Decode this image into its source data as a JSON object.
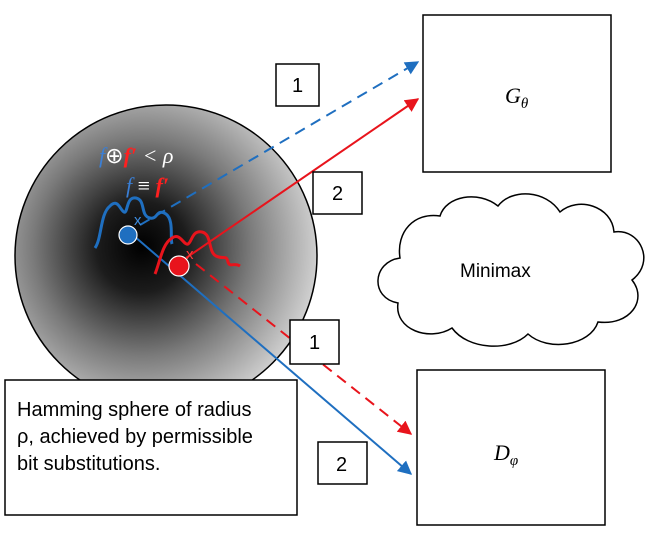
{
  "boxes": {
    "generator_label": "G",
    "generator_sub": "θ",
    "discriminator_label": "D",
    "discriminator_sub": "φ"
  },
  "step_labels": {
    "blue_dashed": "1",
    "red_solid": "2",
    "red_dashed": "1",
    "blue_solid": "2"
  },
  "sphere": {
    "xor_f": "f",
    "xor_op": "⊕",
    "xor_fprime": "f′",
    "xor_rel": " < ρ",
    "equiv_f": "f",
    "equiv_op": " ≡ ",
    "equiv_fprime": "f′",
    "mark_blue": "x",
    "mark_red": "x"
  },
  "cloud": {
    "label": "Minimax"
  },
  "caption": {
    "line1": "Hamming sphere of radius",
    "line2": "ρ, achieved by permissible",
    "line3": "bit substitutions."
  },
  "colors": {
    "blue": "#1f6fc0",
    "red": "#e8141c",
    "white": "#ffffff"
  }
}
